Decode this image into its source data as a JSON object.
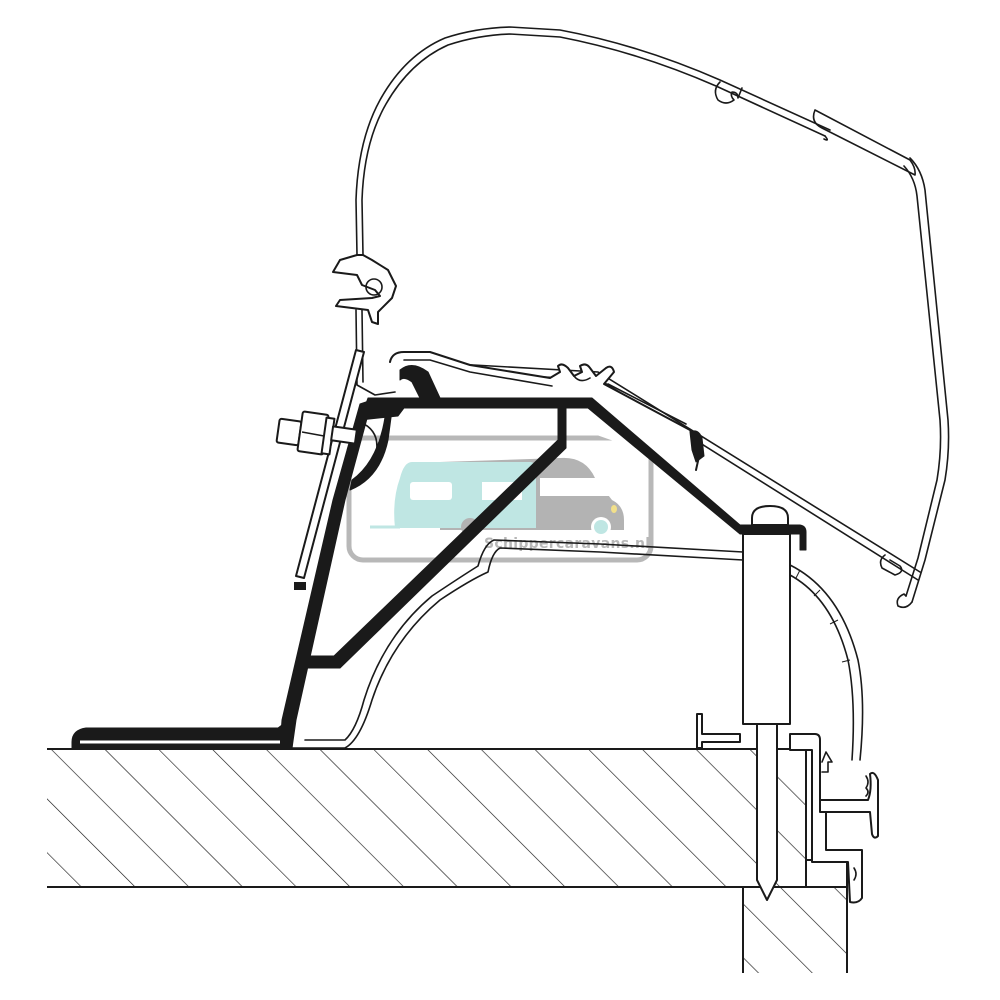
{
  "diagram": {
    "type": "technical cross-section",
    "subject": "Caravan awning cassette mounted on roof adapter bracket",
    "components": [
      {
        "id": "awning-cassette",
        "label": "Awning cassette housing"
      },
      {
        "id": "adapter-bracket",
        "label": "Black aluminium adapter bracket"
      },
      {
        "id": "mounting-rail",
        "label": "Awning mounting rail"
      },
      {
        "id": "bolt",
        "label": "Hex bolt with nut"
      },
      {
        "id": "fixing-pin",
        "label": "Vertical fixing pin / screw"
      },
      {
        "id": "roof-profile",
        "label": "Roof edge profile"
      },
      {
        "id": "keder-rail",
        "label": "Side keder rail"
      },
      {
        "id": "roof-section",
        "label": "Hatched roof section"
      },
      {
        "id": "wall-section",
        "label": "Hatched wall section"
      }
    ]
  },
  "watermark": {
    "text": "Schippercaravans.nl",
    "colors": {
      "caravan": "#bfe6e3",
      "motorhome": "#b3b3b3",
      "frame": "#b8b8b8",
      "headlight": "#f2e08a",
      "wheel": "#bfe6e3"
    }
  },
  "colors": {
    "line": "#1a1a1a",
    "background": "#ffffff"
  }
}
